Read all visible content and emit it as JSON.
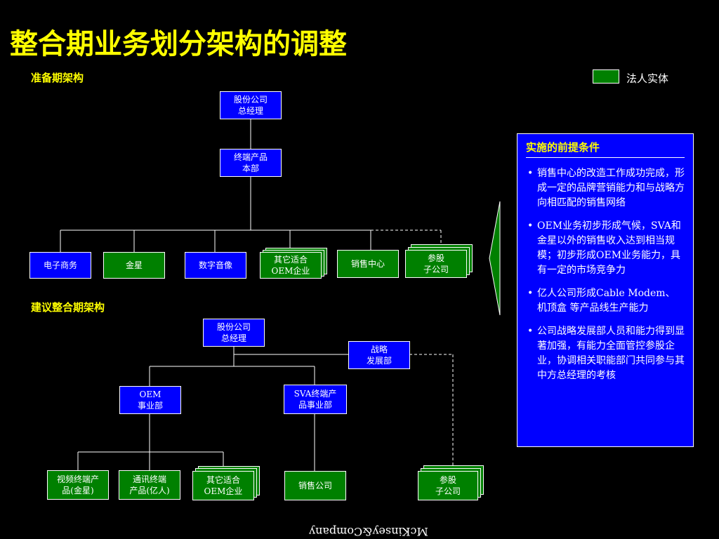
{
  "title": "整合期业务划分架构的调整",
  "legend": {
    "label": "法人实体",
    "color": "#008000"
  },
  "section1": {
    "label": "准备期架构",
    "gm": "股份公司\n总经理",
    "hq": "终端产品\n本部",
    "units": [
      "电子商务",
      "金星",
      "数字音像",
      "其它适合\nOEM企业",
      "销售中心",
      "参股\n子公司"
    ]
  },
  "section2": {
    "label": "建议整合期架构",
    "gm": "股份公司\n总经理",
    "strategy": "战略\n发展部",
    "oem": "OEM\n事业部",
    "sva": "SVA终端产\n品事业部",
    "units": [
      "视频终端产\n品(金星)",
      "通讯终端\n产品(亿人)",
      "其它适合\nOEM企业",
      "销售公司",
      "参股\n子公司"
    ]
  },
  "panel": {
    "heading": "实施的前提条件",
    "bullet": "•",
    "items": [
      "销售中心的改造工作成功完成，形成一定的品牌营销能力和与战略方向相匹配的销售网络",
      "OEM业务初步形成气候，SVA和金星以外的销售收入达到相当规模；初步形成OEM业务能力，具有一定的市场竞争力",
      "亿人公司形成Cable Modem、机顶盒 等产品线生产能力",
      "公司战略发展部人员和能力得到显著加强，有能力全面管控参股企业，协调相关职能部门共同参与其中方总经理的考核"
    ]
  },
  "footer": "McKinsey&Company"
}
